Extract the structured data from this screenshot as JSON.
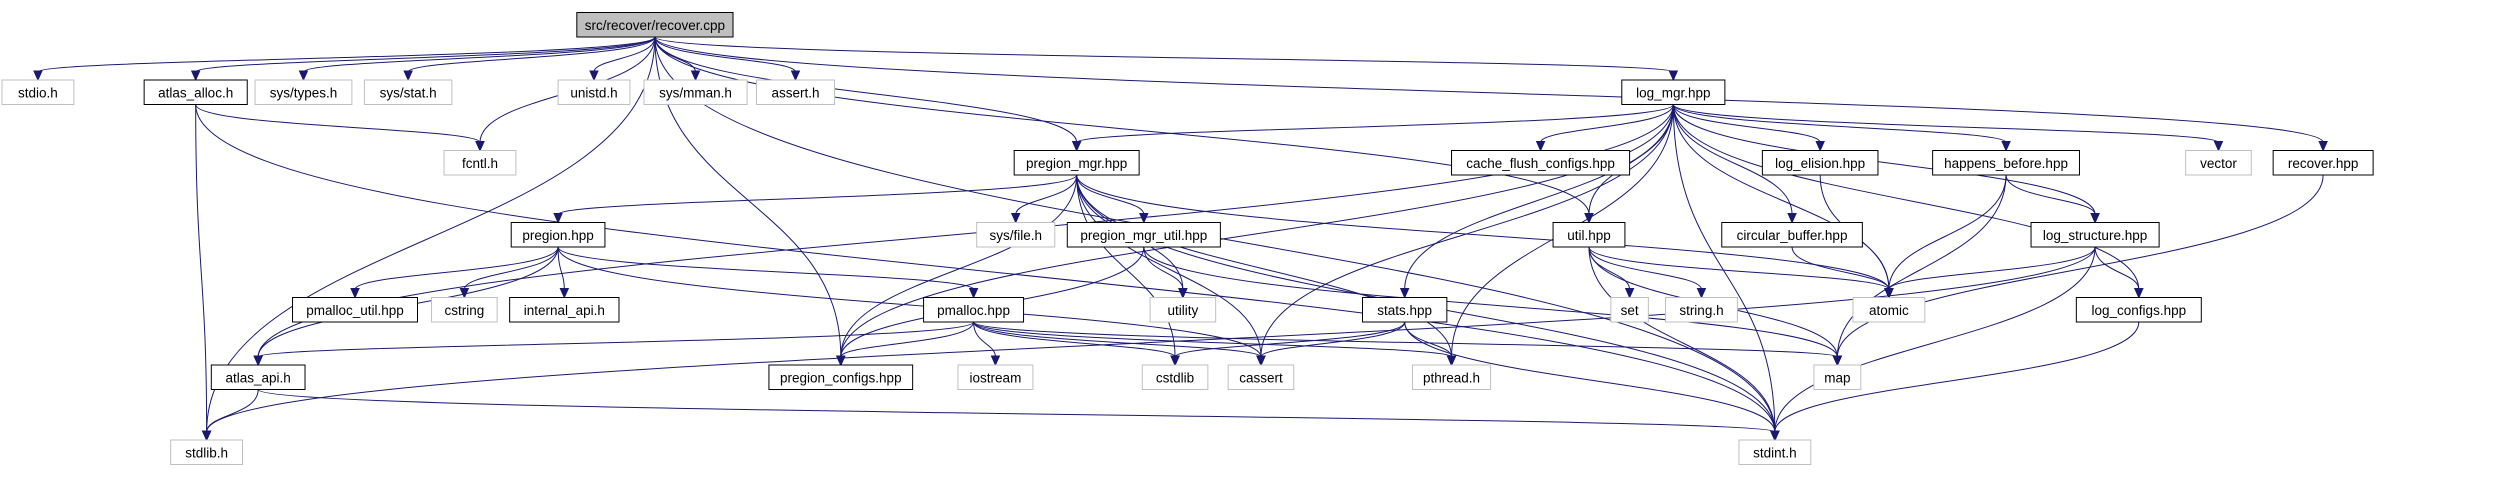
{
  "graph": {
    "nodes": {
      "recover_cpp": {
        "label": "src/recover/recover.cpp",
        "style": "root"
      },
      "stdio_h": {
        "label": "stdio.h",
        "style": "external"
      },
      "atlas_alloc_h": {
        "label": "atlas_alloc.h",
        "style": "local"
      },
      "sys_types_h": {
        "label": "sys/types.h",
        "style": "external"
      },
      "sys_stat_h": {
        "label": "sys/stat.h",
        "style": "external"
      },
      "fcntl_h": {
        "label": "fcntl.h",
        "style": "external"
      },
      "unistd_h": {
        "label": "unistd.h",
        "style": "external"
      },
      "sys_mman_h": {
        "label": "sys/mman.h",
        "style": "external"
      },
      "assert_h": {
        "label": "assert.h",
        "style": "external"
      },
      "log_mgr_hpp": {
        "label": "log_mgr.hpp",
        "style": "local"
      },
      "vector": {
        "label": "vector",
        "style": "external"
      },
      "recover_hpp": {
        "label": "recover.hpp",
        "style": "local"
      },
      "pregion_mgr_hpp": {
        "label": "pregion_mgr.hpp",
        "style": "local"
      },
      "cache_flush_configs_hpp": {
        "label": "cache_flush_configs.hpp",
        "style": "local"
      },
      "log_elision_hpp": {
        "label": "log_elision.hpp",
        "style": "local"
      },
      "happens_before_hpp": {
        "label": "happens_before.hpp",
        "style": "local"
      },
      "pregion_hpp": {
        "label": "pregion.hpp",
        "style": "local"
      },
      "sys_file_h": {
        "label": "sys/file.h",
        "style": "external"
      },
      "pregion_mgr_util_hpp": {
        "label": "pregion_mgr_util.hpp",
        "style": "local"
      },
      "util_hpp": {
        "label": "util.hpp",
        "style": "local"
      },
      "circular_buffer_hpp": {
        "label": "circular_buffer.hpp",
        "style": "local"
      },
      "log_structure_hpp": {
        "label": "log_structure.hpp",
        "style": "local"
      },
      "pmalloc_util_hpp": {
        "label": "pmalloc_util.hpp",
        "style": "local"
      },
      "cstring": {
        "label": "cstring",
        "style": "external"
      },
      "internal_api_h": {
        "label": "internal_api.h",
        "style": "local"
      },
      "utility": {
        "label": "utility",
        "style": "external"
      },
      "set": {
        "label": "set",
        "style": "external"
      },
      "string_h": {
        "label": "string.h",
        "style": "external"
      },
      "atomic": {
        "label": "atomic",
        "style": "external"
      },
      "log_configs_hpp": {
        "label": "log_configs.hpp",
        "style": "local"
      },
      "stats_hpp": {
        "label": "stats.hpp",
        "style": "local"
      },
      "pmalloc_hpp": {
        "label": "pmalloc.hpp",
        "style": "local"
      },
      "atlas_api_h": {
        "label": "atlas_api.h",
        "style": "local"
      },
      "pregion_configs_hpp": {
        "label": "pregion_configs.hpp",
        "style": "local"
      },
      "iostream": {
        "label": "iostream",
        "style": "external"
      },
      "cstdlib": {
        "label": "cstdlib",
        "style": "external"
      },
      "cassert": {
        "label": "cassert",
        "style": "external"
      },
      "pthread_h": {
        "label": "pthread.h",
        "style": "external"
      },
      "map": {
        "label": "map",
        "style": "external"
      },
      "stdlib_h": {
        "label": "stdlib.h",
        "style": "external"
      },
      "stdint_h": {
        "label": "stdint.h",
        "style": "external"
      }
    },
    "edges": [
      [
        "recover_cpp",
        "stdio_h"
      ],
      [
        "recover_cpp",
        "atlas_alloc_h"
      ],
      [
        "recover_cpp",
        "sys_types_h"
      ],
      [
        "recover_cpp",
        "sys_stat_h"
      ],
      [
        "recover_cpp",
        "fcntl_h"
      ],
      [
        "recover_cpp",
        "unistd_h"
      ],
      [
        "recover_cpp",
        "sys_mman_h"
      ],
      [
        "recover_cpp",
        "assert_h"
      ],
      [
        "recover_cpp",
        "log_mgr_hpp"
      ],
      [
        "recover_cpp",
        "pregion_mgr_hpp"
      ],
      [
        "recover_cpp",
        "pregion_configs_hpp"
      ],
      [
        "recover_cpp",
        "util_hpp"
      ],
      [
        "recover_cpp",
        "recover_hpp"
      ],
      [
        "recover_cpp",
        "stdlib_h"
      ],
      [
        "recover_cpp",
        "stdint_h"
      ],
      [
        "atlas_alloc_h",
        "fcntl_h"
      ],
      [
        "atlas_alloc_h",
        "stdlib_h"
      ],
      [
        "atlas_alloc_h",
        "stdint_h"
      ],
      [
        "log_mgr_hpp",
        "atlas_api_h"
      ],
      [
        "log_mgr_hpp",
        "pregion_configs_hpp"
      ],
      [
        "log_mgr_hpp",
        "pregion_mgr_hpp"
      ],
      [
        "log_mgr_hpp",
        "cache_flush_configs_hpp"
      ],
      [
        "log_mgr_hpp",
        "log_elision_hpp"
      ],
      [
        "log_mgr_hpp",
        "happens_before_hpp"
      ],
      [
        "log_mgr_hpp",
        "vector"
      ],
      [
        "log_mgr_hpp",
        "util_hpp"
      ],
      [
        "log_mgr_hpp",
        "circular_buffer_hpp"
      ],
      [
        "log_mgr_hpp",
        "log_structure_hpp"
      ],
      [
        "log_mgr_hpp",
        "log_configs_hpp"
      ],
      [
        "log_mgr_hpp",
        "stats_hpp"
      ],
      [
        "log_mgr_hpp",
        "cassert"
      ],
      [
        "log_mgr_hpp",
        "pthread_h"
      ],
      [
        "log_mgr_hpp",
        "atomic"
      ],
      [
        "log_mgr_hpp",
        "stdint_h"
      ],
      [
        "pregion_mgr_hpp",
        "pregion_hpp"
      ],
      [
        "pregion_mgr_hpp",
        "sys_file_h"
      ],
      [
        "pregion_mgr_hpp",
        "pregion_mgr_util_hpp"
      ],
      [
        "pregion_mgr_hpp",
        "utility"
      ],
      [
        "pregion_mgr_hpp",
        "pregion_configs_hpp"
      ],
      [
        "pregion_mgr_hpp",
        "cstdlib"
      ],
      [
        "pregion_mgr_hpp",
        "cassert"
      ],
      [
        "pregion_mgr_hpp",
        "pthread_h"
      ],
      [
        "pregion_mgr_hpp",
        "stdint_h"
      ],
      [
        "pregion_mgr_hpp",
        "atomic"
      ],
      [
        "pregion_hpp",
        "atlas_api_h"
      ],
      [
        "pregion_hpp",
        "pmalloc_util_hpp"
      ],
      [
        "pregion_hpp",
        "cstring"
      ],
      [
        "pregion_hpp",
        "internal_api_h"
      ],
      [
        "pregion_hpp",
        "pmalloc_hpp"
      ],
      [
        "pregion_hpp",
        "cassert"
      ],
      [
        "pregion_mgr_util_hpp",
        "pregion_configs_hpp"
      ],
      [
        "pregion_mgr_util_hpp",
        "utility"
      ],
      [
        "pregion_mgr_util_hpp",
        "map"
      ],
      [
        "util_hpp",
        "set"
      ],
      [
        "util_hpp",
        "string_h"
      ],
      [
        "util_hpp",
        "map"
      ],
      [
        "util_hpp",
        "stdint_h"
      ],
      [
        "util_hpp",
        "atomic"
      ],
      [
        "happens_before_hpp",
        "log_structure_hpp"
      ],
      [
        "happens_before_hpp",
        "atomic"
      ],
      [
        "happens_before_hpp",
        "map"
      ],
      [
        "log_elision_hpp",
        "atomic"
      ],
      [
        "circular_buffer_hpp",
        "atomic"
      ],
      [
        "log_structure_hpp",
        "atomic"
      ],
      [
        "log_structure_hpp",
        "log_configs_hpp"
      ],
      [
        "log_structure_hpp",
        "stdint_h"
      ],
      [
        "log_structure_hpp",
        "stdlib_h"
      ],
      [
        "log_configs_hpp",
        "stdint_h"
      ],
      [
        "recover_hpp",
        "map"
      ],
      [
        "stats_hpp",
        "cstdlib"
      ],
      [
        "stats_hpp",
        "cassert"
      ],
      [
        "stats_hpp",
        "pthread_h"
      ],
      [
        "stats_hpp",
        "stdint_h"
      ],
      [
        "pmalloc_hpp",
        "atlas_api_h"
      ],
      [
        "pmalloc_hpp",
        "pregion_configs_hpp"
      ],
      [
        "pmalloc_hpp",
        "iostream"
      ],
      [
        "pmalloc_hpp",
        "cstdlib"
      ],
      [
        "pmalloc_hpp",
        "cassert"
      ],
      [
        "pmalloc_hpp",
        "pthread_h"
      ],
      [
        "pmalloc_hpp",
        "map"
      ],
      [
        "atlas_api_h",
        "stdlib_h"
      ],
      [
        "atlas_api_h",
        "stdint_h"
      ]
    ]
  },
  "colors": {
    "edge": "#191970",
    "root_fill": "#bfbfbf",
    "root_stroke": "#000000",
    "local_fill": "#ffffff",
    "local_stroke": "#000000",
    "external_fill": "#ffffff",
    "external_stroke": "#bfbfbf",
    "text": "#000000"
  }
}
